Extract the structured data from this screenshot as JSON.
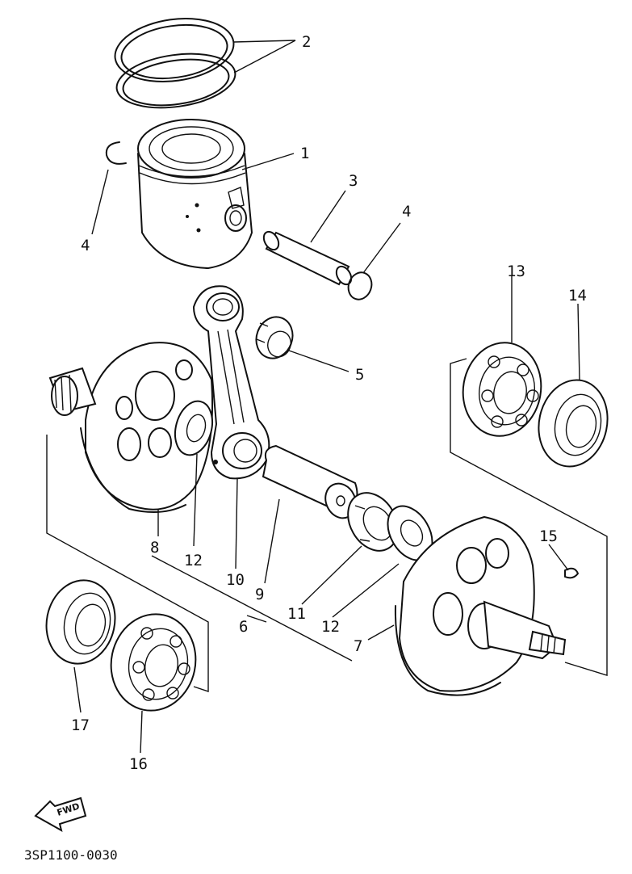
{
  "diagram": {
    "drawing_code": "3SP1100-0030",
    "direction_tag": "FWD",
    "callouts": [
      "1",
      "2",
      "3",
      "4",
      "4",
      "5",
      "6",
      "7",
      "8",
      "9",
      "10",
      "11",
      "12",
      "12",
      "13",
      "14",
      "15",
      "16",
      "17"
    ]
  }
}
